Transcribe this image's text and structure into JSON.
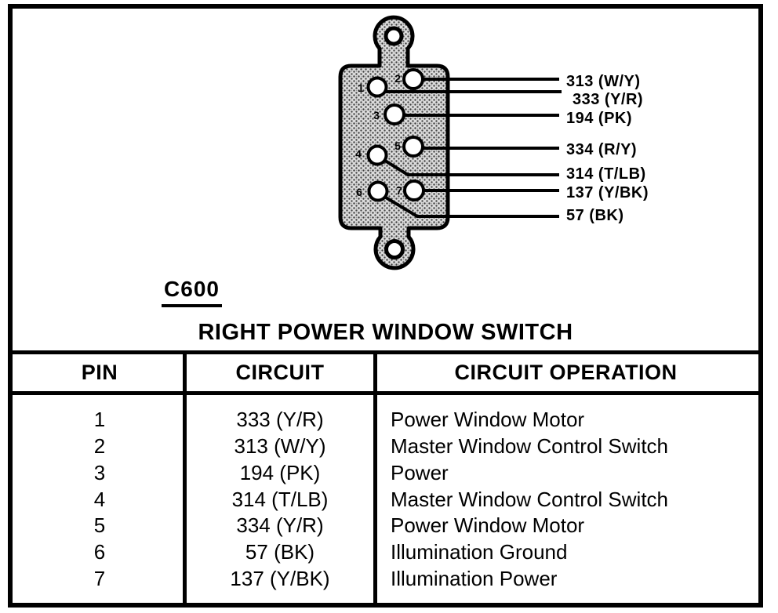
{
  "colors": {
    "ink": "#000000",
    "paper": "#ffffff",
    "connector_fill": "#d9d9d9"
  },
  "diagram": {
    "connector_id": "C600",
    "title": "RIGHT POWER WINDOW SWITCH",
    "pin_numbers": [
      "1",
      "2",
      "3",
      "4",
      "5",
      "6",
      "7"
    ],
    "wire_labels": [
      "313 (W/Y)",
      "333 (Y/R)",
      "194 (PK)",
      "334 (R/Y)",
      "314 (T/LB)",
      "137 (Y/BK)",
      "57 (BK)"
    ]
  },
  "table": {
    "headers": [
      "PIN",
      "CIRCUIT",
      "CIRCUIT OPERATION"
    ],
    "rows": [
      {
        "pin": "1",
        "circuit": "333 (Y/R)",
        "operation": "Power Window Motor"
      },
      {
        "pin": "2",
        "circuit": "313 (W/Y)",
        "operation": "Master Window Control Switch"
      },
      {
        "pin": "3",
        "circuit": "194 (PK)",
        "operation": "Power"
      },
      {
        "pin": "4",
        "circuit": "314 (T/LB)",
        "operation": "Master Window Control Switch"
      },
      {
        "pin": "5",
        "circuit": "334 (Y/R)",
        "operation": "Power Window Motor"
      },
      {
        "pin": "6",
        "circuit": "57 (BK)",
        "operation": "Illumination Ground"
      },
      {
        "pin": "7",
        "circuit": "137 (Y/BK)",
        "operation": "Illumination Power"
      }
    ]
  }
}
